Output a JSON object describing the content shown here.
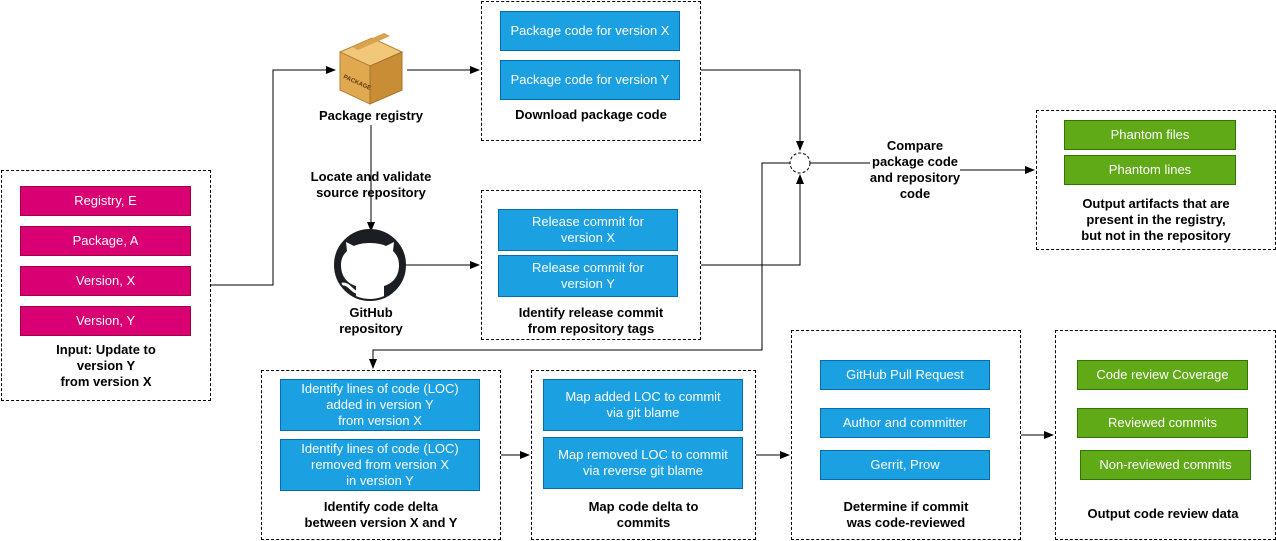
{
  "input": {
    "items": [
      "Registry, E",
      "Package, A",
      "Version, X",
      "Version, Y"
    ],
    "label": "Input: Update to\nversion Y\nfrom version X"
  },
  "registry": {
    "label": "Package registry",
    "box_text": "PACKAGE"
  },
  "locate": {
    "label": "Locate and validate\nsource repository"
  },
  "github": {
    "label": "GitHub\nrepository"
  },
  "download": {
    "items": [
      "Package code for version X",
      "Package code for version Y"
    ],
    "label": "Download package code"
  },
  "release": {
    "items": [
      "Release commit for\nversion X",
      "Release commit for\nversion Y"
    ],
    "label": "Identify release commit\nfrom repository tags"
  },
  "compare": {
    "label": "Compare\npackage code\nand repository\ncode"
  },
  "phantom": {
    "items": [
      "Phantom files",
      "Phantom lines"
    ],
    "label": "Output artifacts that are\npresent in the registry,\nbut not in the repository"
  },
  "delta": {
    "items": [
      "Identify lines of code (LOC)\nadded in version Y\nfrom version X",
      "Identify lines of code (LOC)\nremoved from version X\nin version Y"
    ],
    "label": "Identify code delta\nbetween version X and Y"
  },
  "mapcommit": {
    "items": [
      "Map added LOC to commit\nvia git blame",
      "Map removed LOC to commit\nvia reverse git blame"
    ],
    "label": "Map code delta to\ncommits"
  },
  "determine": {
    "items": [
      "GitHub Pull Request",
      "Author and committer",
      "Gerrit, Prow"
    ],
    "label": "Determine if commit\nwas code-reviewed"
  },
  "review": {
    "items": [
      "Code review Coverage",
      "Reviewed commits",
      "Non-reviewed commits"
    ],
    "label": "Output code review data"
  },
  "colors": {
    "pink": "#d80073",
    "blue": "#1ba1e2",
    "green": "#60a917"
  }
}
